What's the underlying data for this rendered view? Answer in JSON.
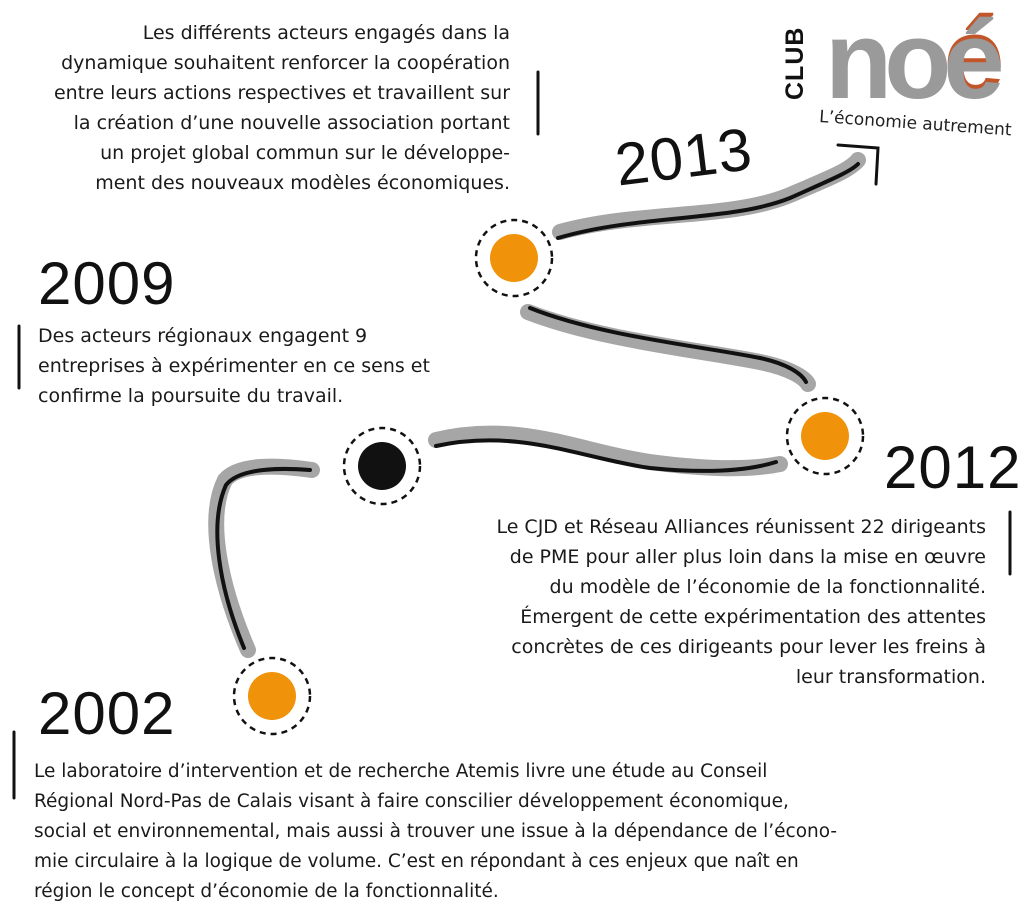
{
  "logo": {
    "club": "CLUB",
    "name": "noé",
    "tagline": "L’économie autrement",
    "colors": {
      "grey": "#9a9a9a",
      "accent": "#c2562b"
    }
  },
  "colors": {
    "node_orange": "#f0920a",
    "node_black": "#111111",
    "path_shadow": "#a6a6a6",
    "path_line": "#111111"
  },
  "milestones": [
    {
      "id": "2002",
      "year": "2002",
      "node": "orange",
      "lines": [
        "Le laboratoire d’intervention et de recherche Atemis livre une étude au Conseil",
        "Régional Nord-Pas de Calais visant à faire conscilier développement économique,",
        "social et environnemental, mais aussi à trouver une issue à la dépendance de l’écono-",
        "mie circulaire à la logique de volume. C’est en répondant à ces enjeux que naît en",
        "région le concept d’économie de la fonctionnalité."
      ]
    },
    {
      "id": "2009",
      "year": "2009",
      "node": "black",
      "lines": [
        "Des acteurs régionaux engagent 9",
        "entreprises à expérimenter en ce sens et",
        "confirme la poursuite du travail."
      ]
    },
    {
      "id": "2012",
      "year": "2012",
      "node": "orange",
      "lines": [
        "Le CJD et Réseau Alliances réunissent 22 dirigeants",
        "de PME pour aller plus loin dans la mise en œuvre",
        "du modèle de l’économie de la fonctionnalité.",
        "Émergent de cette expérimentation des attentes",
        "concrètes de ces dirigeants pour lever les freins à",
        "leur transformation."
      ]
    },
    {
      "id": "2013",
      "year": "2013",
      "node": "orange",
      "lines": [
        "Les différents acteurs engagés dans la",
        "dynamique souhaitent renforcer la coopération",
        "entre leurs actions respectives et travaillent sur",
        "la création d’une nouvelle association portant",
        "un projet global commun sur le développe-",
        "ment des nouveaux modèles économiques."
      ]
    }
  ]
}
